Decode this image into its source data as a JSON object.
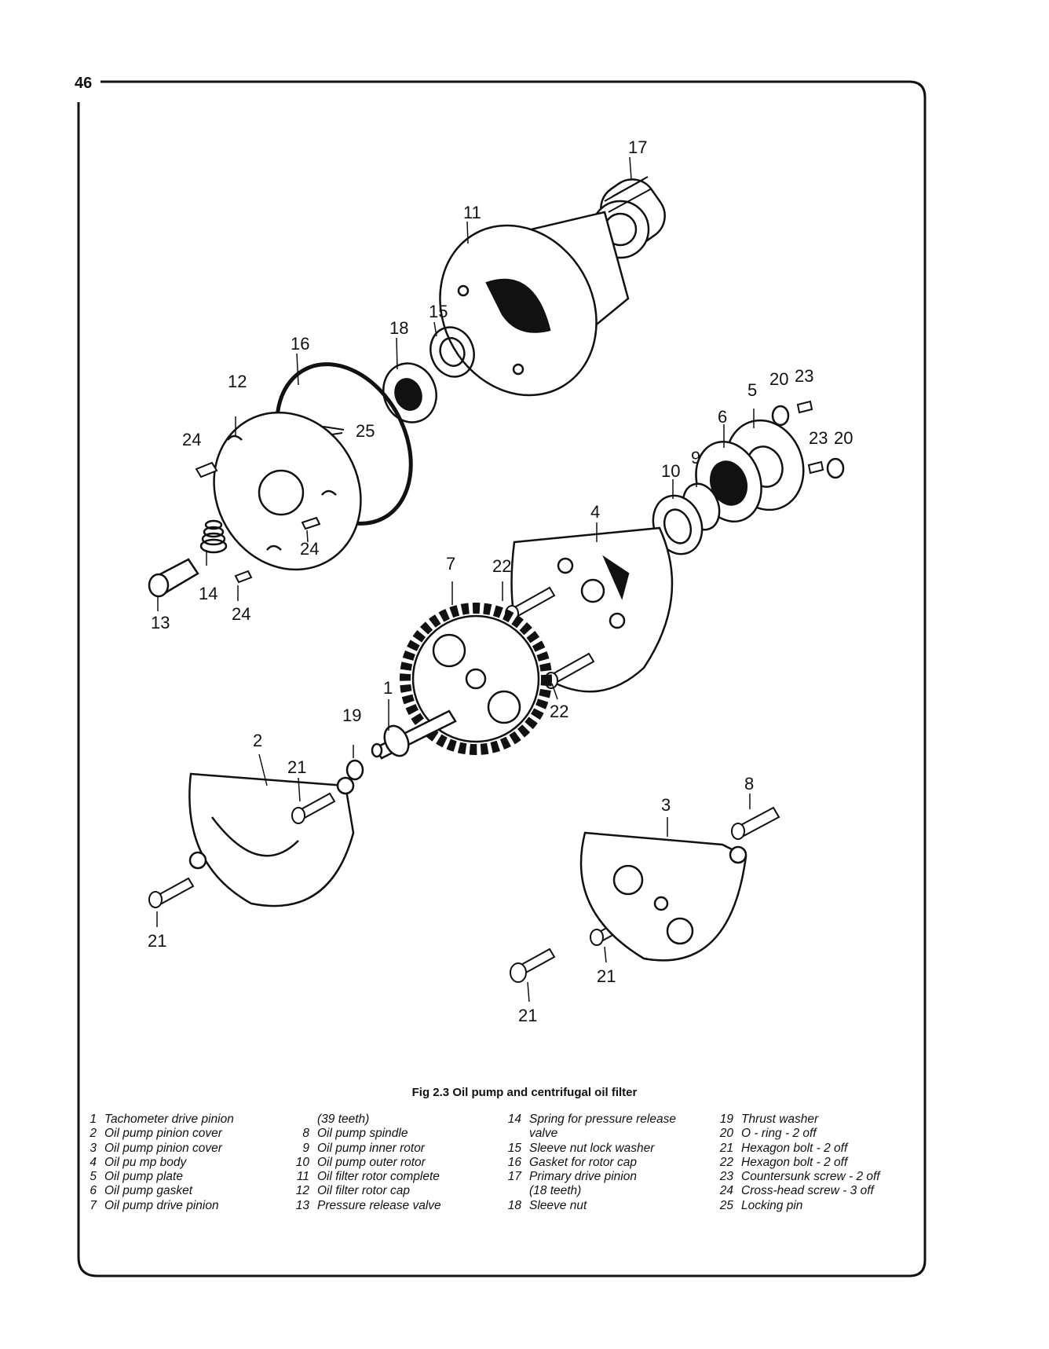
{
  "page_number": "46",
  "caption": "Fig 2.3 Oil pump and centrifugal oil filter",
  "callouts": {
    "c17": "17",
    "c11": "11",
    "c15": "15",
    "c18": "18",
    "c16": "16",
    "c12": "12",
    "c25": "25",
    "c24a": "24",
    "c24b": "24",
    "c24c": "24",
    "c14": "14",
    "c13": "13",
    "c20a": "20",
    "c23a": "23",
    "c5": "5",
    "c6": "6",
    "c23b": "23",
    "c20b": "20",
    "c9": "9",
    "c10": "10",
    "c4": "4",
    "c7": "7",
    "c22a": "22",
    "c22b": "22",
    "c1": "1",
    "c19": "19",
    "c2": "2",
    "c21a": "21",
    "c21b": "21",
    "c8": "8",
    "c3": "3",
    "c21c": "21",
    "c21d": "21"
  },
  "legend": {
    "col1": [
      {
        "n": "1",
        "t": "Tachometer drive pinion"
      },
      {
        "n": "2",
        "t": "Oil pump pinion cover"
      },
      {
        "n": "3",
        "t": "Oil pump pinion cover"
      },
      {
        "n": "4",
        "t": "Oil pu mp body"
      },
      {
        "n": "5",
        "t": "Oil pump plate"
      },
      {
        "n": "6",
        "t": "Oil pump gasket"
      },
      {
        "n": "7",
        "t": "Oil pump drive pinion"
      }
    ],
    "col2": [
      {
        "n": "",
        "t": "(39 teeth)"
      },
      {
        "n": "8",
        "t": "Oil pump spindle"
      },
      {
        "n": "9",
        "t": "Oil pump inner rotor"
      },
      {
        "n": "10",
        "t": "Oil pump outer rotor"
      },
      {
        "n": "11",
        "t": "Oil filter rotor complete"
      },
      {
        "n": "12",
        "t": "Oil filter rotor cap"
      },
      {
        "n": "13",
        "t": "Pressure release valve"
      }
    ],
    "col3": [
      {
        "n": "14",
        "t": "Spring for pressure release"
      },
      {
        "n": "",
        "t": "valve"
      },
      {
        "n": "15",
        "t": "Sleeve nut lock washer"
      },
      {
        "n": "16",
        "t": "Gasket for rotor cap"
      },
      {
        "n": "17",
        "t": "Primary drive pinion"
      },
      {
        "n": "",
        "t": "(18 teeth)"
      },
      {
        "n": "18",
        "t": "Sleeve nut"
      }
    ],
    "col4": [
      {
        "n": "19",
        "t": "Thrust washer"
      },
      {
        "n": "20",
        "t": "O - ring - 2 off"
      },
      {
        "n": "21",
        "t": "Hexagon bolt - 2 off"
      },
      {
        "n": "22",
        "t": "Hexagon bolt - 2 off"
      },
      {
        "n": "23",
        "t": "Countersunk screw - 2 off"
      },
      {
        "n": "24",
        "t": "Cross-head screw - 3 off"
      },
      {
        "n": "25",
        "t": "Locking pin"
      }
    ]
  }
}
